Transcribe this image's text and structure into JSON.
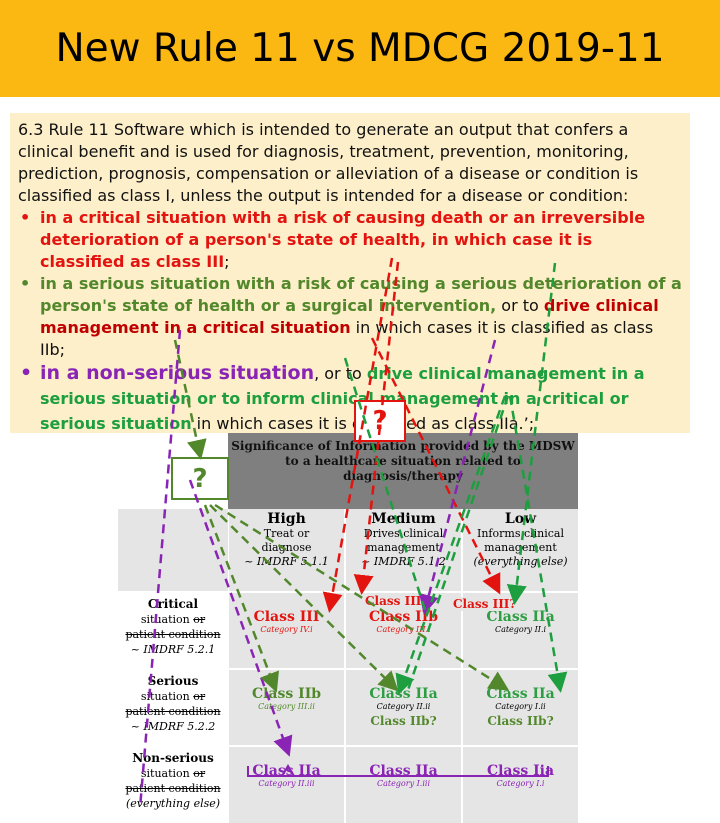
{
  "title": "New Rule 11 vs MDCG 2019-11",
  "rule": {
    "intro": "6.3 Rule 11 Software which is intended to generate an output that confers a clinical benefit and is used for diagnosis, treatment, prevention, monitoring, prediction, prognosis, compensation or alleviation of a disease or condition is classified as class I, unless the output is intended for a disease or condition:",
    "b1": {
      "bullet": "•",
      "bold": "in a critical situation with a risk of causing death or an irreversible deterioration of a person's state of health, in which case it is classified as class III",
      "rest": ";"
    },
    "b2": {
      "bullet": "•",
      "bold": "in a serious situation with a risk of causing a serious deterioration of a person's state of health or a surgical intervention,",
      "mid": " or to ",
      "bold2": "drive clinical management in a critical situation",
      "rest": " in which cases it is classified as class IIb;"
    },
    "b3": {
      "bullet": "•",
      "bold": "in a non-serious situation",
      "mid": ", or to ",
      "bold2": "drive clinical management in a serious situation or to inform clinical management in a critical or serious situation",
      "rest": " in which cases it is classified as class IIa.’;"
    }
  },
  "table": {
    "header": "Significance of Information provided by the MDSW to a healthcare situation related to diagnosis/therapy",
    "cols": [
      {
        "h": "High",
        "s1": "Treat or",
        "s2": "diagnose",
        "i": "~ IMDRF 5.1.1"
      },
      {
        "h": "Medium",
        "s1": "Drives clinical",
        "s2": "management",
        "i": "~ IMDRF 5.1.2"
      },
      {
        "h": "Low",
        "s1": "Informs clinical",
        "s2": "management",
        "i": "(everything else)"
      }
    ],
    "rows": [
      {
        "h": "Critical",
        "l1": "situation",
        "l1b": "or",
        "l2": "patient condition",
        "l3": "~ IMDRF 5.2.1"
      },
      {
        "h": "Serious",
        "l1": "situation",
        "l1b": "or",
        "l2": "patient condition",
        "l3": "~ IMDRF 5.2.2"
      },
      {
        "h": "Non-serious",
        "l1": "situation",
        "l1b": "or",
        "l2": "patient condition",
        "l3": "(everything else)"
      }
    ],
    "cells": [
      [
        {
          "cls": "Class III",
          "cat": "Category IV.i"
        },
        {
          "cls": "Class IIb",
          "cat": "Category III.i"
        },
        {
          "cls": "Class IIa",
          "cat": "Category II.i"
        }
      ],
      [
        {
          "cls": "Class IIb",
          "cat": "Category III.ii"
        },
        {
          "cls": "Class IIa",
          "cat": "Category II.ii",
          "q": "Class IIb?"
        },
        {
          "cls": "Class IIa",
          "cat": "Category I.ii",
          "q": "Class IIb?"
        }
      ],
      [
        {
          "cls": "Class IIa",
          "cat": "Category II.iii"
        },
        {
          "cls": "Class IIa",
          "cat": "Category I.iii"
        },
        {
          "cls": "Class Iia",
          "cat": "Category I.i"
        }
      ]
    ],
    "class3q_mid": "Class III?",
    "class3q_low": "Class III?"
  },
  "qmarks": {
    "red": "?",
    "green": "?"
  },
  "colors": {
    "title_bg": "#fbb813",
    "rule_bg": "#fdefc9",
    "red": "#e3140f",
    "green": "#52882b",
    "green2": "#1d9e3f",
    "purple": "#8a24b5",
    "header_gray": "#7f7f7f",
    "cell_gray": "#e5e5e5"
  }
}
